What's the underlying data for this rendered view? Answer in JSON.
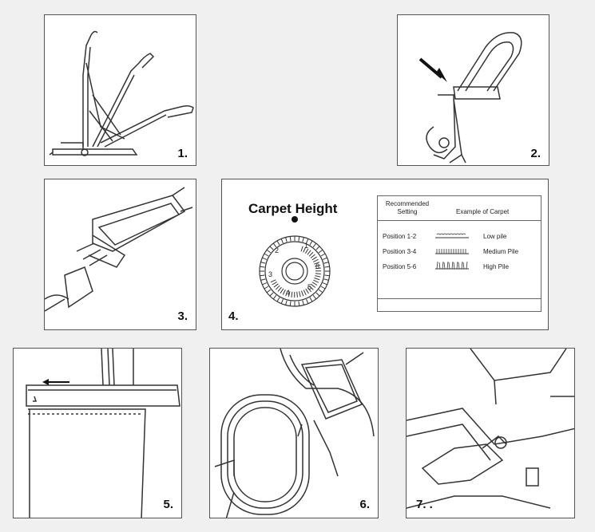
{
  "panels": [
    {
      "number": "1."
    },
    {
      "number": "2."
    },
    {
      "number": "3."
    },
    {
      "number": "4."
    },
    {
      "number": "5."
    },
    {
      "number": "6."
    },
    {
      "number": "7. ."
    }
  ],
  "carpet": {
    "title": "Carpet Height",
    "dial_numbers": [
      "1",
      "2",
      "3",
      "4",
      "5",
      "6"
    ],
    "table": {
      "header_setting": "Recommended Setting",
      "header_example": "Example of Carpet",
      "rows": [
        {
          "position": "Position 1-2",
          "pile": "Low pile"
        },
        {
          "position": "Position 3-4",
          "pile": "Medium Pile"
        },
        {
          "position": "Position 5-6",
          "pile": "High Pile"
        }
      ]
    }
  },
  "colors": {
    "line": "#333333",
    "border": "#555555",
    "background": "#f0f0f0"
  }
}
